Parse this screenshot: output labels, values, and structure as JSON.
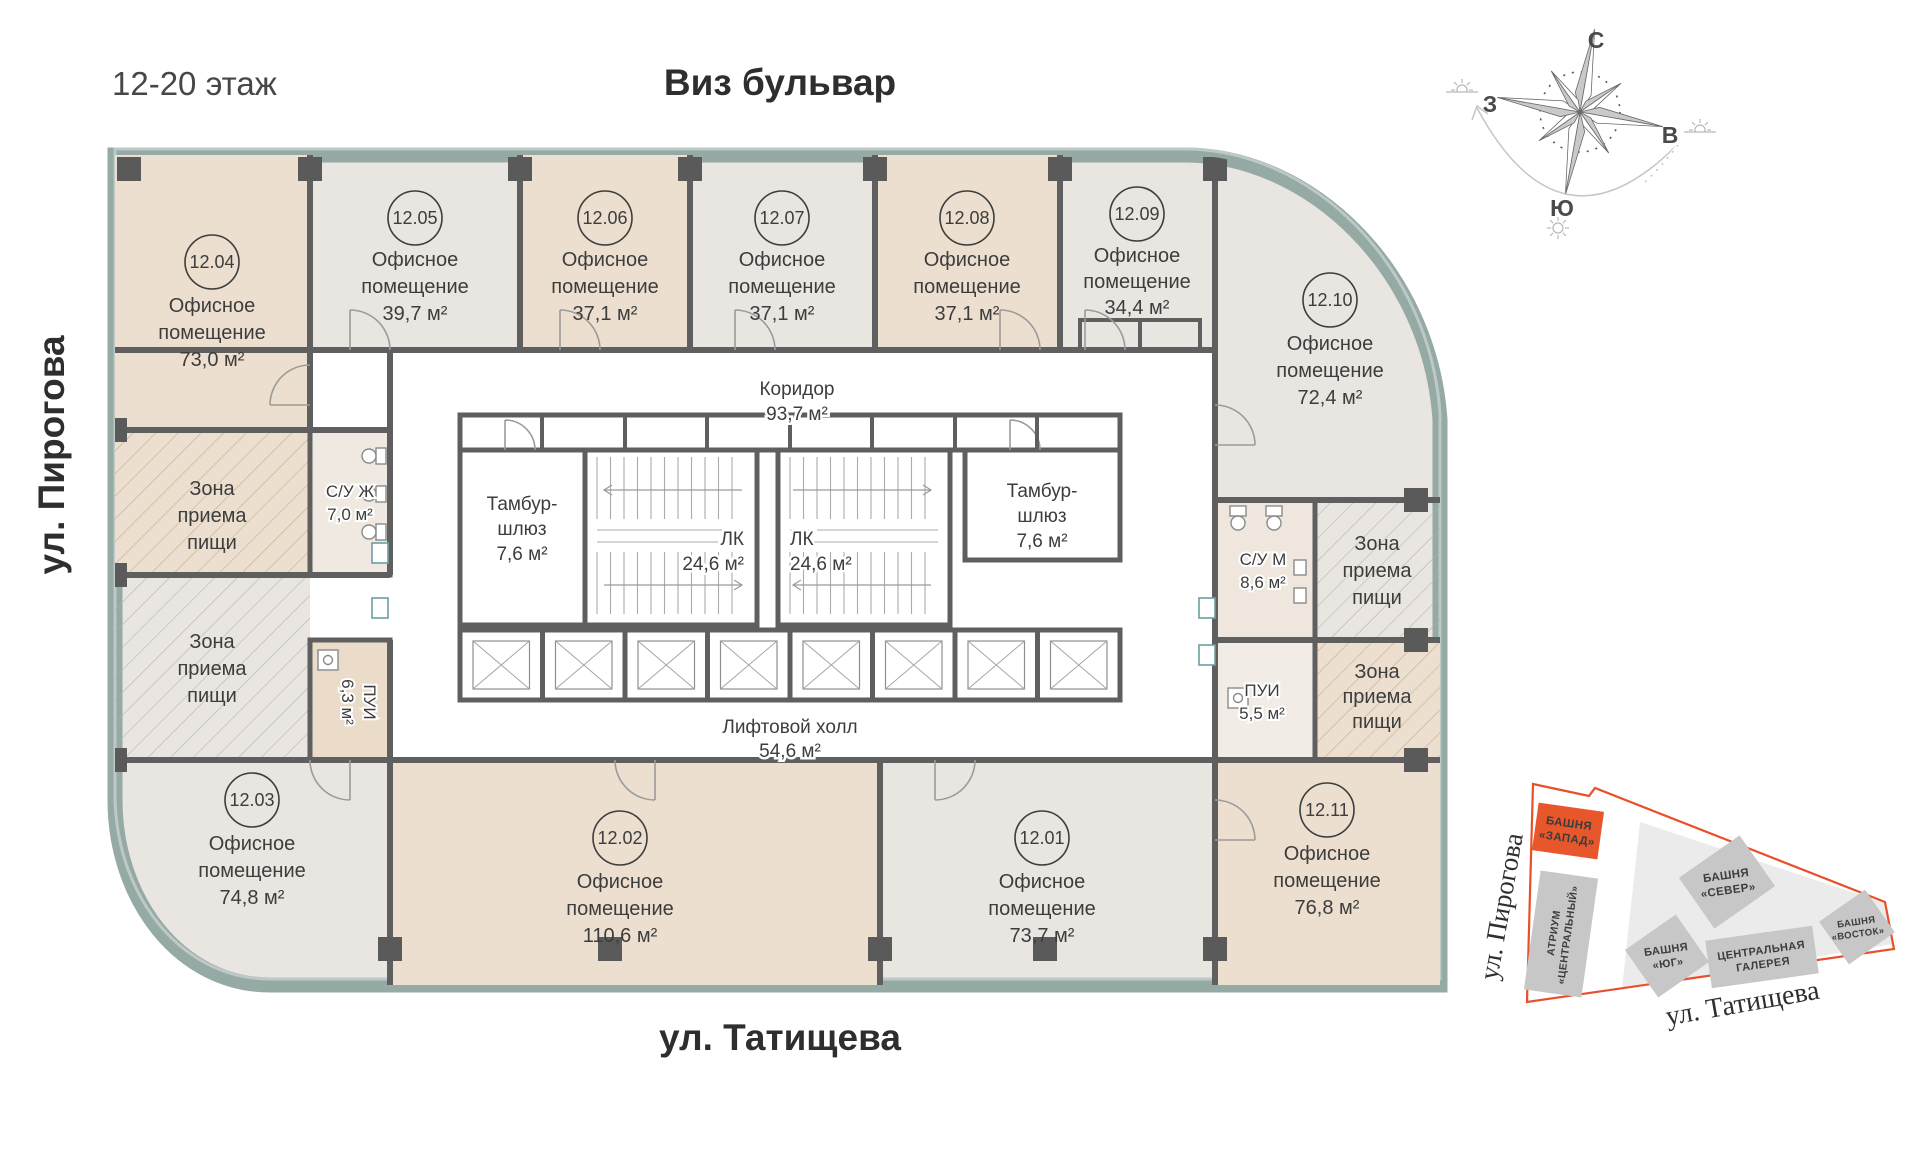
{
  "page_title": {
    "floor_range": "12-20 этаж"
  },
  "streets": {
    "top": "Виз бульвар",
    "left": "ул. Пирогова",
    "bottom": "ул. Татищева"
  },
  "compass": {
    "north": "С",
    "east": "В",
    "south": "Ю",
    "west": "З"
  },
  "shared_labels": {
    "office_line1": "Офисное",
    "office_line2": "помещение",
    "food_zone_line1": "Зона",
    "food_zone_line2": "приема",
    "food_zone_line3": "пищи",
    "tambour_line1": "Тамбур-",
    "tambour_line2": "шлюз",
    "tambour_area": "7,6 м²",
    "stair_label": "ЛК",
    "stair_area": "24,6 м²",
    "corridor_label": "Коридор",
    "corridor_area": "93,7 м²",
    "lift_hall_label": "Лифтовой холл",
    "lift_hall_area": "54,6 м²",
    "wc_women_label": "С/У Ж",
    "wc_women_area": "7,0 м²",
    "wc_men_label": "С/У М",
    "wc_men_area": "8,6 м²",
    "pui_label": "ПУИ",
    "pui_left_area": "6,3 м²",
    "pui_right_area": "5,5 м²"
  },
  "rooms": [
    {
      "number": "12.01",
      "area": "73,7 м²"
    },
    {
      "number": "12.02",
      "area": "110,6 м²"
    },
    {
      "number": "12.03",
      "area": "74,8 м²"
    },
    {
      "number": "12.04",
      "area": "73,0 м²"
    },
    {
      "number": "12.05",
      "area": "39,7 м²"
    },
    {
      "number": "12.06",
      "area": "37,1 м²"
    },
    {
      "number": "12.07",
      "area": "37,1 м²"
    },
    {
      "number": "12.08",
      "area": "37,1 м²"
    },
    {
      "number": "12.09",
      "area": "34,4 м²"
    },
    {
      "number": "12.10",
      "area": "72,4 м²"
    },
    {
      "number": "12.11",
      "area": "76,8 м²"
    }
  ],
  "minimap": {
    "street_left": "ул. Пирогова",
    "street_bottom": "ул. Татищева",
    "buildings": {
      "west": {
        "l1": "БАШНЯ",
        "l2": "«ЗАПАД»"
      },
      "atrium": {
        "l1": "АТРИУМ",
        "l2": "«ЦЕНТРАЛЬНЫЙ»"
      },
      "north": {
        "l1": "БАШНЯ",
        "l2": "«СЕВЕР»"
      },
      "south": {
        "l1": "БАШНЯ",
        "l2": "«ЮГ»"
      },
      "gallery": {
        "l1": "ЦЕНТРАЛЬНАЯ",
        "l2": "ГАЛЕРЕЯ"
      },
      "east": {
        "l1": "БАШНЯ",
        "l2": "«ВОСТОК»"
      }
    }
  },
  "colors": {
    "accent_orange": "#e8562b",
    "wall_dark": "#5f5f5f",
    "room_beige": "#ecdfcf",
    "room_gray": "#e9e5e1",
    "facade_sage": "#95a9a5",
    "minimap_gray": "#c7c7c7"
  }
}
